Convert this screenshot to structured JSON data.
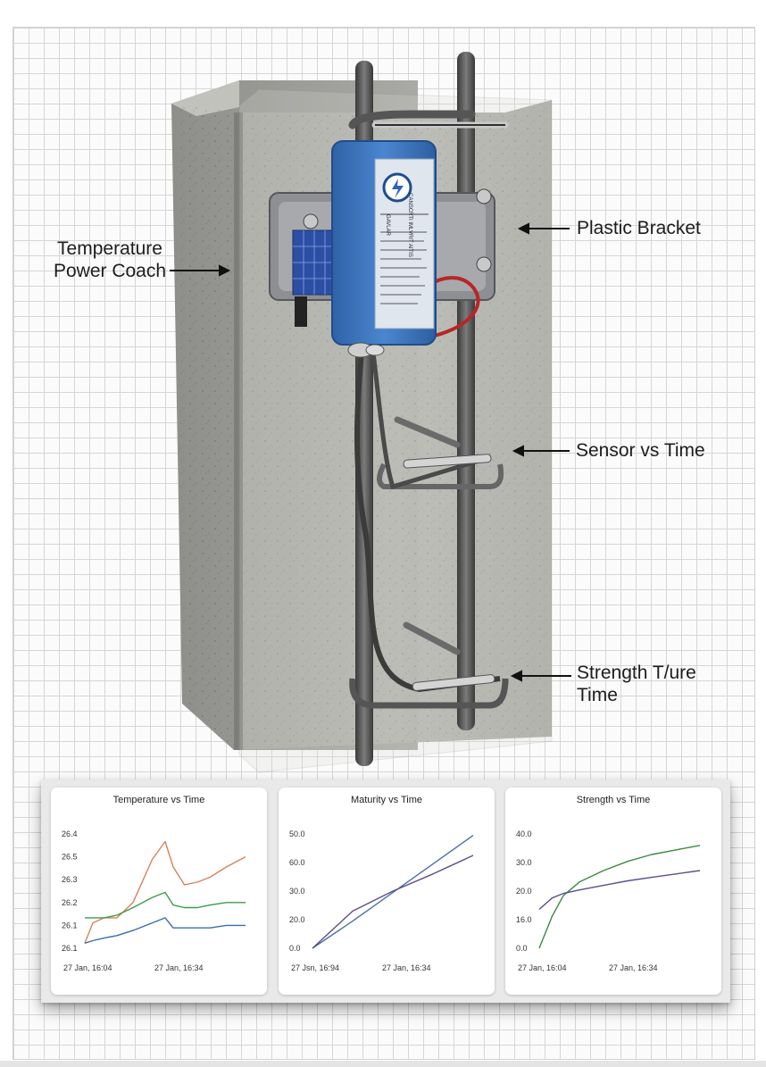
{
  "callouts": {
    "temperature": "Temperature\nPower Coach",
    "bracket": "Plastic Bracket",
    "sensor": "Sensor vs Time",
    "strength": "Strength T/ure\nTime"
  },
  "device_label": {
    "line1": "CANSCRTI IMLVRIT AITIS",
    "line2": "GAVLAR"
  },
  "colors": {
    "device": "#3f78c2",
    "concrete": "#a8a8a4",
    "temp_orange": "#d9815a",
    "temp_green": "#3f9a4a",
    "temp_blue": "#3b6bb8",
    "maturity_blue": "#4a6fb0",
    "maturity_purple": "#5c4f86",
    "strength_green": "#3c8a3e",
    "strength_purple": "#5a4f8e"
  },
  "chart_data": [
    {
      "type": "line",
      "title": "Temperature vs Time",
      "y_ticks": [
        "26.4",
        "26.5",
        "26.3",
        "26.2",
        "26.1",
        "26.1"
      ],
      "x_ticks": [
        "27 Jan, 16:04",
        "27 Jan, 16:34"
      ],
      "ylim": [
        26.1,
        26.55
      ],
      "x": [
        0,
        0.05,
        0.12,
        0.2,
        0.3,
        0.42,
        0.5,
        0.55,
        0.62,
        0.7,
        0.78,
        0.88,
        1.0
      ],
      "series": [
        {
          "color": "#d9815a",
          "values": [
            26.12,
            26.2,
            26.22,
            26.22,
            26.28,
            26.45,
            26.52,
            26.42,
            26.35,
            26.36,
            26.38,
            26.42,
            26.46
          ]
        },
        {
          "color": "#3f9a4a",
          "values": [
            26.22,
            26.22,
            26.22,
            26.23,
            26.26,
            26.3,
            26.32,
            26.27,
            26.26,
            26.26,
            26.27,
            26.28,
            26.28
          ]
        },
        {
          "color": "#3b6bb8",
          "values": [
            26.12,
            26.13,
            26.14,
            26.15,
            26.17,
            26.2,
            26.22,
            26.18,
            26.18,
            26.18,
            26.18,
            26.19,
            26.19
          ]
        }
      ]
    },
    {
      "type": "line",
      "title": "Maturity vs Time",
      "y_ticks": [
        "50.0",
        "60.0",
        "30.0",
        "20.0",
        "0.0"
      ],
      "x_ticks": [
        "27 Jsn, 16:94",
        "27 Jan, 16:34"
      ],
      "ylim": [
        0,
        80
      ],
      "x": [
        0,
        0.25,
        0.5,
        0.75,
        1.0
      ],
      "series": [
        {
          "color": "#4a6fb0",
          "values": [
            0,
            19,
            39,
            59,
            79
          ]
        },
        {
          "color": "#5c4f86",
          "values": [
            0,
            26,
            40,
            52,
            65
          ]
        }
      ]
    },
    {
      "type": "line",
      "title": "Strength vs Time",
      "y_ticks": [
        "40.0",
        "30.0",
        "20.0",
        "16.0",
        "0.0"
      ],
      "x_ticks": [
        "27 Jan, 16:04",
        "27 Jan, 16:34"
      ],
      "ylim": [
        0,
        50
      ],
      "x": [
        0,
        0.08,
        0.15,
        0.25,
        0.4,
        0.55,
        0.7,
        0.85,
        1.0
      ],
      "series": [
        {
          "color": "#3c8a3e",
          "values": [
            0,
            14,
            23,
            29,
            34,
            38,
            41,
            43,
            45
          ]
        },
        {
          "color": "#5a4f8e",
          "values": [
            17,
            22,
            24,
            25.5,
            27.5,
            29.5,
            31,
            32.5,
            34
          ]
        }
      ]
    }
  ]
}
